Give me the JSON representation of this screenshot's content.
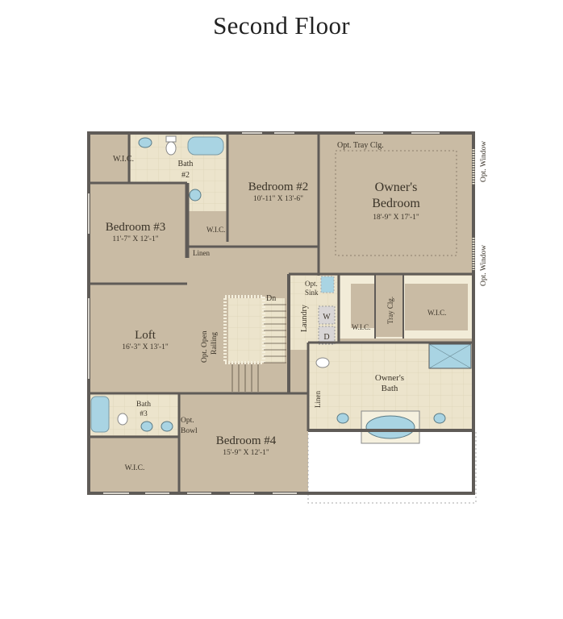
{
  "title": "Second Floor",
  "colors": {
    "wall": "#5f5b57",
    "room_floor": "#c9bba4",
    "wet_floor": "#ece4cc",
    "fixture": "#a9d4e3",
    "closet_trim": "#f5f0de",
    "background": "#ffffff"
  },
  "rooms": {
    "wic_nw": {
      "name": "W.I.C."
    },
    "bath2": {
      "name": "Bath",
      "number": "#2"
    },
    "bedroom2": {
      "name": "Bedroom #2",
      "dims": "10'-11\" X 13'-6\""
    },
    "owners_bedroom": {
      "name_line1": "Owner's",
      "name_line2": "Bedroom",
      "dims": "18'-9\" X 17'-1\"",
      "ceiling_note": "Opt. Tray Clg."
    },
    "bedroom3": {
      "name": "Bedroom #3",
      "dims": "11'-7\" X 12'-1\""
    },
    "wic_mid": {
      "name": "W.I.C."
    },
    "linen_upper": {
      "name": "Linen"
    },
    "loft": {
      "name": "Loft",
      "dims": "16'-3\" X 13'-1\""
    },
    "railing": {
      "line1": "Opt. Open",
      "line2": "Railing"
    },
    "stairs": {
      "label": "Dn"
    },
    "laundry": {
      "name": "Laundry",
      "sink_line1": "Opt.",
      "sink_line2": "Sink",
      "washer": "W",
      "dryer": "D"
    },
    "owners_wic_left": {
      "name": "W.I.C."
    },
    "owners_wic_right": {
      "name": "W.I.C."
    },
    "hall_tray": {
      "name": "Tray Clg."
    },
    "owners_bath": {
      "name_line1": "Owner's",
      "name_line2": "Bath"
    },
    "linen_lower": {
      "name": "Linen"
    },
    "bath3": {
      "name": "Bath",
      "number": "#3",
      "opt_line1": "Opt.",
      "opt_line2": "Bowl"
    },
    "bedroom4": {
      "name": "Bedroom #4",
      "dims": "15'-9\" X 12'-1\""
    },
    "wic_sw": {
      "name": "W.I.C."
    }
  },
  "annotations": {
    "opt_window_upper": "Opt. Window",
    "opt_window_lower": "Opt. Window"
  }
}
